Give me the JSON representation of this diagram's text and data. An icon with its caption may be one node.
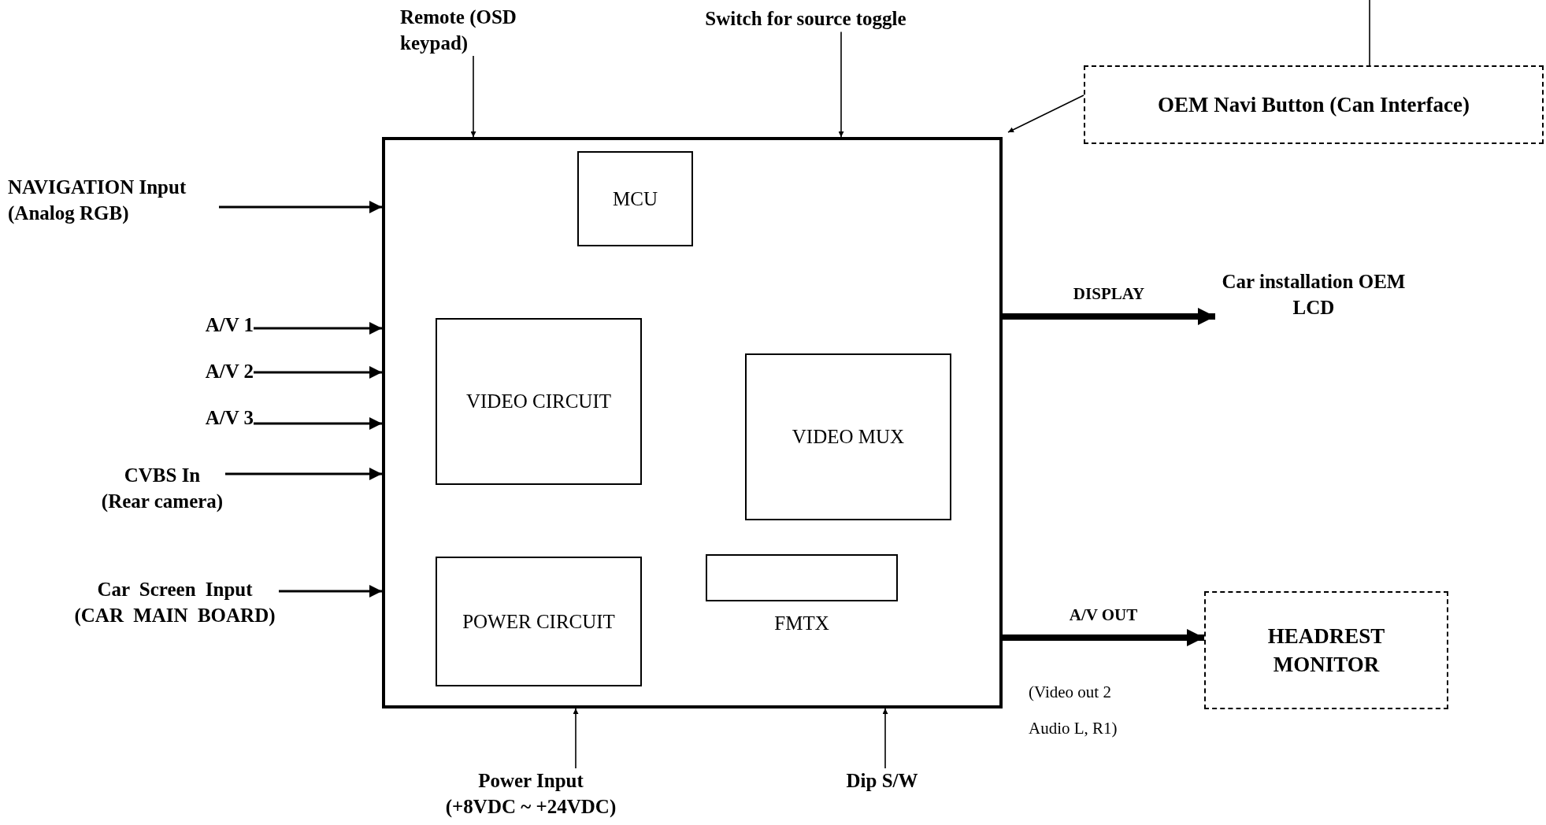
{
  "diagram": {
    "nodes": [
      {
        "text": [],
        "shape": "box"
      },
      {
        "text": [
          "MCU"
        ],
        "in": 0
      },
      {
        "text": [
          "VIDEO CIRCUIT"
        ],
        "in": 0
      },
      {
        "text": [
          "VIDEO MUX"
        ],
        "in": 0
      },
      {
        "text": [],
        "shape": "box",
        "in": 0,
        "beside": [
          "FMTX"
        ]
      },
      {
        "text": [
          "POWER CIRCUIT"
        ],
        "in": 0
      },
      {
        "text": [
          "Remote (OSD keypad)"
        ]
      },
      {
        "text": [
          "Switch for source toggle"
        ]
      },
      {
        "text": [
          "OEM Navi Button (Can Interface)"
        ]
      },
      {
        "text": [
          "NAVIGATION Input (Analog RGB)"
        ]
      },
      {
        "text": [
          "A/V 1"
        ]
      },
      {
        "text": [
          "A/V 2"
        ]
      },
      {
        "text": [
          "A/V 3"
        ]
      },
      {
        "text": [
          "CVBS In (Rear camera)"
        ]
      },
      {
        "text": [
          "Car Screen Input (CAR MAIN BOARD)"
        ]
      },
      {
        "text": [
          "Car installation OEM LCD"
        ]
      },
      {
        "text": [
          "HEADREST MONITOR"
        ]
      },
      {
        "text": [
          "Power Input (+8VDC ~ +24VDC)"
        ]
      },
      {
        "text": [
          "Dip S/W"
        ]
      }
    ],
    "edges": [
      {
        "from": 6,
        "to": 0,
        "arrow": "to"
      },
      {
        "from": 7,
        "to": 0,
        "arrow": "to"
      },
      {
        "from": 8,
        "to": 0,
        "arrow": "to"
      },
      {
        "from": 8,
        "to": null,
        "arrow": "none"
      },
      {
        "from": 9,
        "to": 0,
        "arrow": "to"
      },
      {
        "from": 10,
        "to": 0,
        "arrow": "to"
      },
      {
        "from": 11,
        "to": 0,
        "arrow": "to"
      },
      {
        "from": 12,
        "to": 0,
        "arrow": "to"
      },
      {
        "from": 13,
        "to": 0,
        "arrow": "to"
      },
      {
        "from": 14,
        "to": 0,
        "arrow": "to"
      },
      {
        "from": 0,
        "to": 15,
        "arrow": "to",
        "label": "DISPLAY",
        "style": "thick"
      },
      {
        "from": 0,
        "to": 16,
        "arrow": "to",
        "label": "A/V OUT",
        "style": "thick"
      },
      {
        "from": 17,
        "to": 0,
        "arrow": "to"
      },
      {
        "from": 18,
        "to": 0,
        "arrow": "to"
      }
    ],
    "labels": [
      "(Video out 2 Audio L, R1)"
    ]
  }
}
